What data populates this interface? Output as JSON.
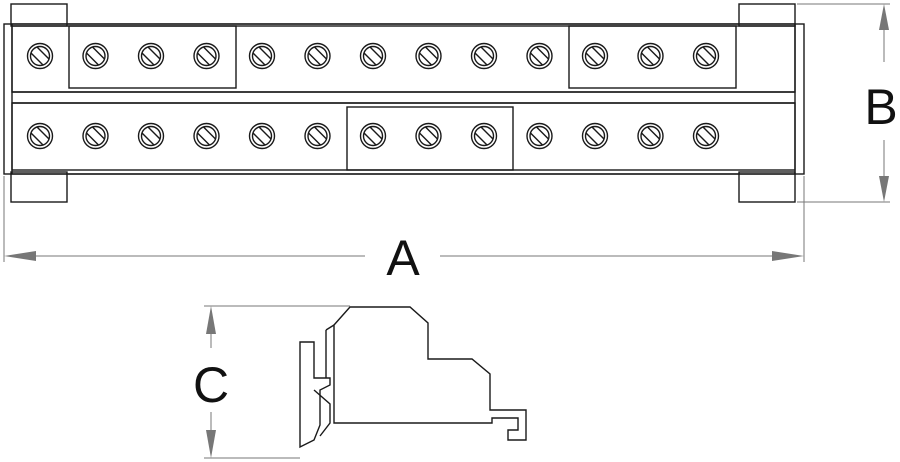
{
  "dimension_labels": {
    "length": "A",
    "height": "B",
    "depth": "C"
  },
  "top_row": {
    "screw_count": 13,
    "bridges": 2
  },
  "bottom_row": {
    "screw_count": 13,
    "bridges": 1
  }
}
